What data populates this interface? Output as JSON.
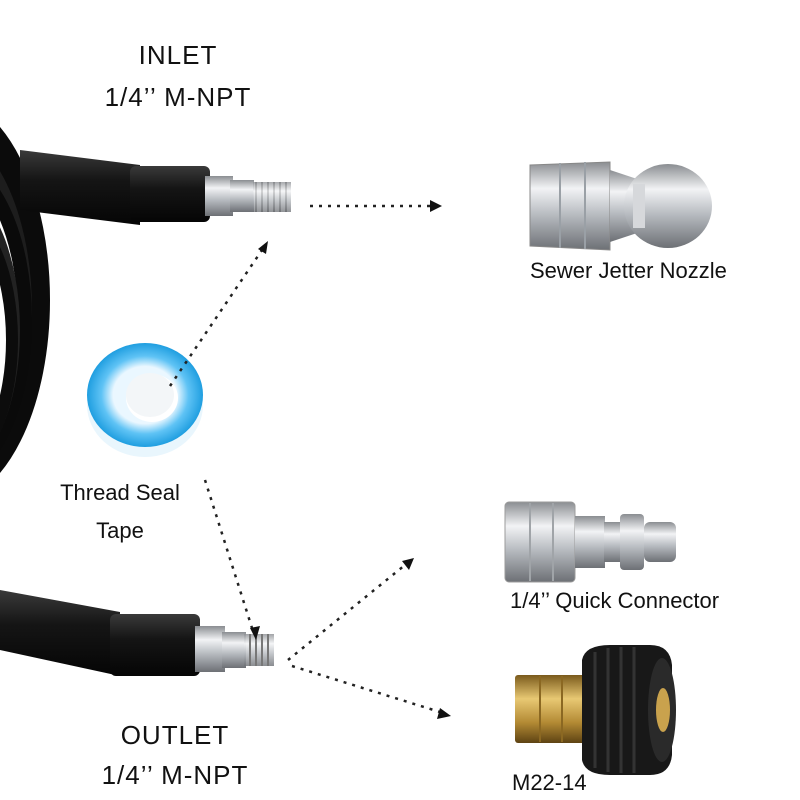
{
  "inlet": {
    "title": "INLET",
    "spec": "1/4’’ M-NPT"
  },
  "outlet": {
    "title": "OUTLET",
    "spec": "1/4’’ M-NPT"
  },
  "tape": {
    "line1": "Thread Seal",
    "line2": "Tape"
  },
  "accessories": {
    "nozzle": "Sewer Jetter Nozzle",
    "quick_connector": "1/4’’ Quick Connector",
    "m22": "M22-14"
  }
}
